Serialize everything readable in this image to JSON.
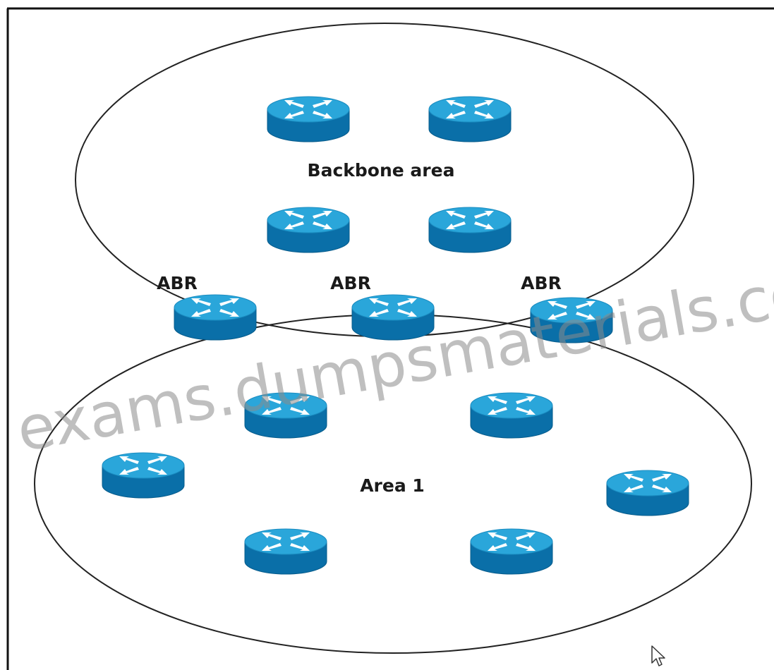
{
  "colors": {
    "frame": "#111111",
    "ellipse_stroke": "#222222",
    "router_top": "#2aa6da",
    "router_side": "#0a6fa8",
    "router_arrows": "#ffffff",
    "watermark": "#8a8a8a"
  },
  "labels": {
    "backbone": "Backbone area",
    "area1": "Area 1",
    "abr_left": "ABR",
    "abr_center": "ABR",
    "abr_right": "ABR"
  },
  "watermark": "exams.dumpsmaterials.com",
  "icons": {
    "router": "router-icon",
    "cursor": "mouse-pointer-icon"
  }
}
